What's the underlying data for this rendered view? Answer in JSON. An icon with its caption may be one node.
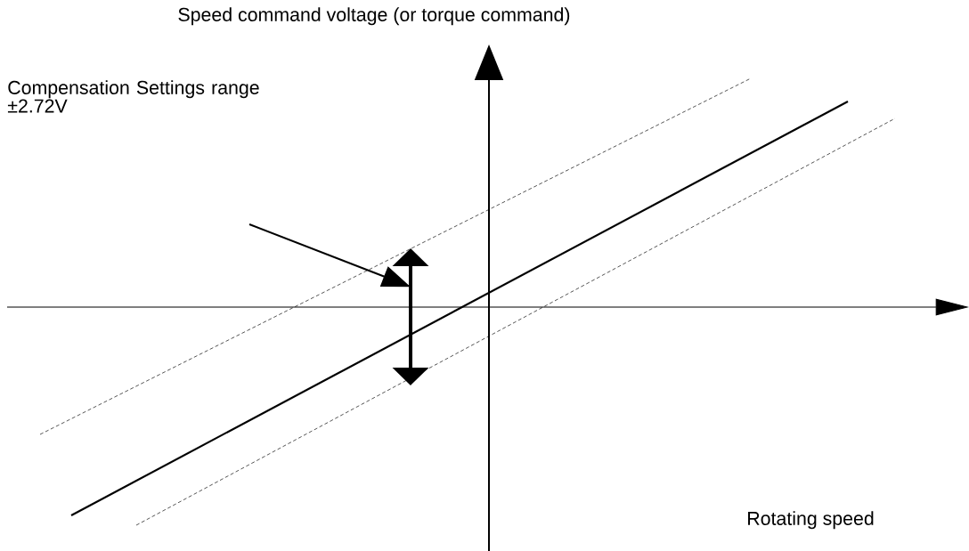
{
  "diagram": {
    "nodes": [
      {
        "text": [
          "Compensation Settings range ±2.72V"
        ]
      },
      {
        "text": [],
        "shape": "arrow"
      }
    ],
    "edges": [
      {
        "from": null,
        "to": 1,
        "arrow": "to"
      }
    ],
    "labels": [
      "Speed command voltage (or torque command)",
      "Rotating speed"
    ]
  }
}
